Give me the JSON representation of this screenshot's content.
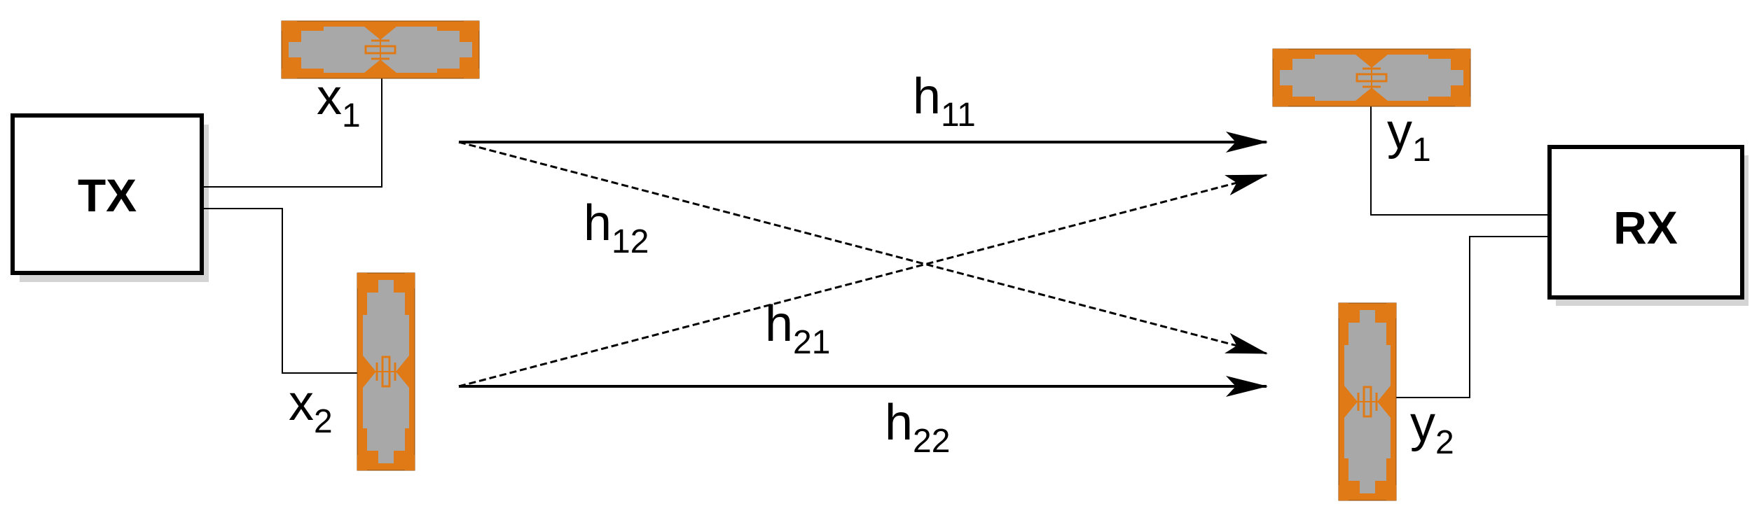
{
  "tx_label": "TX",
  "rx_label": "RX",
  "inputs": [
    {
      "base": "x",
      "sub": "1"
    },
    {
      "base": "x",
      "sub": "2"
    }
  ],
  "outputs": [
    {
      "base": "y",
      "sub": "1"
    },
    {
      "base": "y",
      "sub": "2"
    }
  ],
  "channels": [
    {
      "base": "h",
      "sub": "11"
    },
    {
      "base": "h",
      "sub": "12"
    },
    {
      "base": "h",
      "sub": "21"
    },
    {
      "base": "h",
      "sub": "22"
    }
  ],
  "colors": {
    "antenna_copper": "#e07a17",
    "antenna_body": "#a8a8a8",
    "box_shadow": "#d4d4d4",
    "line": "#000000"
  }
}
